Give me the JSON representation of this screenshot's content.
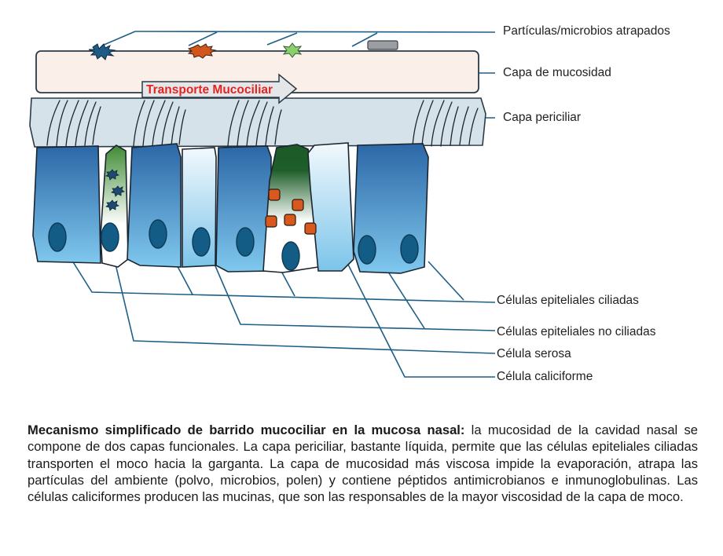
{
  "diagram": {
    "arrow_label": "Transporte Mucociliar",
    "labels": {
      "particles": "Partículas/microbios atrapados",
      "mucus_layer": "Capa de mucosidad",
      "periciliary_layer": "Capa periciliar",
      "ciliated_cells": "Células epiteliales ciliadas",
      "non_ciliated_cells": "Células epiteliales no ciliadas",
      "serous_cell": "Célula serosa",
      "goblet_cell": "Célula caliciforme"
    },
    "colors": {
      "mucus": "#fbefe9",
      "periciliary": "#d6e2ea",
      "cell_dark": "#2e6ba8",
      "cell_light": "#7cc4ea",
      "nucleus": "#135c85",
      "leader": "#1f5f86",
      "arrow_text": "#e52421",
      "goblet_green": "#1f5e2a",
      "serous_green": "#4a8d3a",
      "granule": "#d9581d"
    }
  },
  "caption": {
    "title": "Mecanismo simplificado de barrido mucociliar en la mucosa nasal:",
    "body": " la mucosidad de la cavidad nasal se compone de dos capas funcionales. La capa periciliar, bastante líquida, permite que las células epiteliales ciliadas transporten el moco hacia la garganta. La capa de mucosidad más viscosa impide la evaporación, atrapa las partículas del ambiente (polvo, microbios, polen) y contiene péptidos antimicrobianos e inmunoglobulinas. Las células caliciformes producen las mucinas, que son las responsables de la mayor viscosidad de la capa de moco."
  }
}
